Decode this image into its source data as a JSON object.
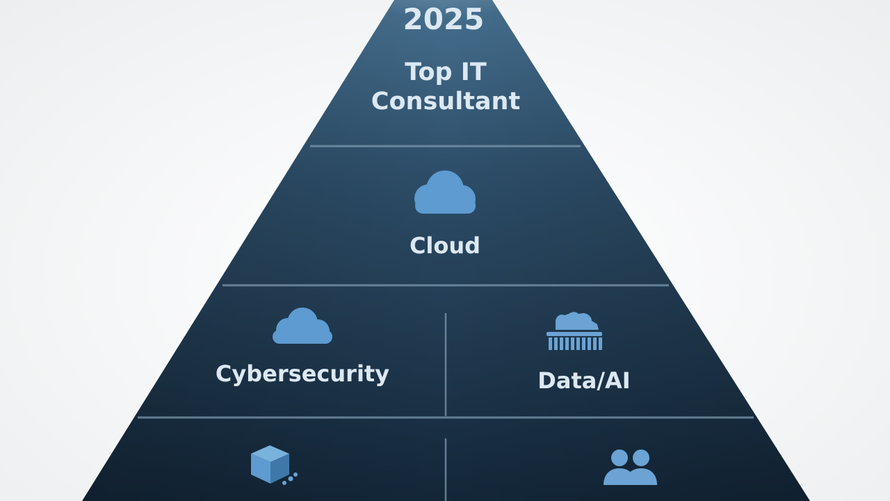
{
  "pyramid": {
    "tiers": [
      {
        "id": "apex",
        "year": "2025",
        "title_lines": [
          "Top IT",
          "Consultant"
        ]
      },
      {
        "id": "cloud",
        "label": "Cloud",
        "icon": "cloud-icon"
      },
      {
        "id": "tier-3",
        "cells": [
          {
            "label": "Cybersecurity",
            "icon": "cloud-icon"
          },
          {
            "label": "Data/AI",
            "icon": "data-ai-icon"
          }
        ]
      },
      {
        "id": "tier-4",
        "cells": [
          {
            "label": "",
            "icon": "package-icon"
          },
          {
            "label": "",
            "icon": "users-icon"
          }
        ]
      }
    ],
    "colors": {
      "fill_top": "#3f6584",
      "fill_bottom": "#152a3c",
      "divider": "#7f9ab0",
      "text": "#dce8f2",
      "icon": "#5d9bd0"
    }
  }
}
